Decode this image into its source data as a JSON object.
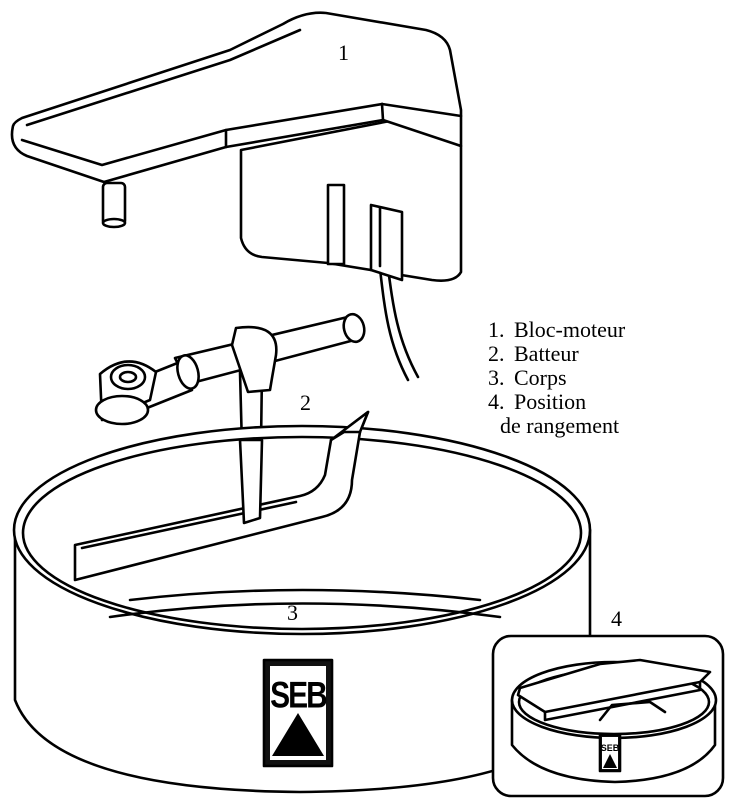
{
  "callouts": [
    "1",
    "2",
    "3",
    "4"
  ],
  "legend": [
    {
      "num": "1.",
      "text": "Bloc-moteur"
    },
    {
      "num": "2.",
      "text": "Batteur"
    },
    {
      "num": "3.",
      "text": "Corps"
    },
    {
      "num": "4.",
      "text": "Position",
      "text2": "de rangement"
    }
  ],
  "logo": {
    "text": "SEB"
  }
}
